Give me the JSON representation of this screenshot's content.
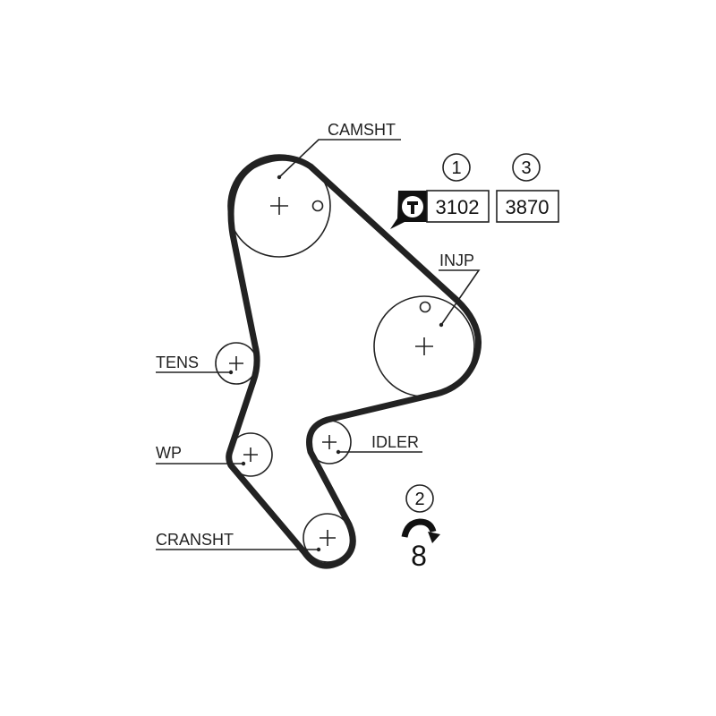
{
  "labels": {
    "camshaft": "CAMSHT",
    "injection_pump": "INJP",
    "tensioner": "TENS",
    "water_pump": "WP",
    "idler": "IDLER",
    "crankshaft": "CRANSHT"
  },
  "parts": {
    "step_1": "1",
    "step_3": "3",
    "tensioner_part": "3102",
    "belt_part": "3870"
  },
  "rotation": {
    "step_2": "2",
    "value": "8"
  },
  "icons": {
    "tensioner_badge": "t-badge-icon",
    "rotation_arrow": "rotation-arrow-icon"
  }
}
